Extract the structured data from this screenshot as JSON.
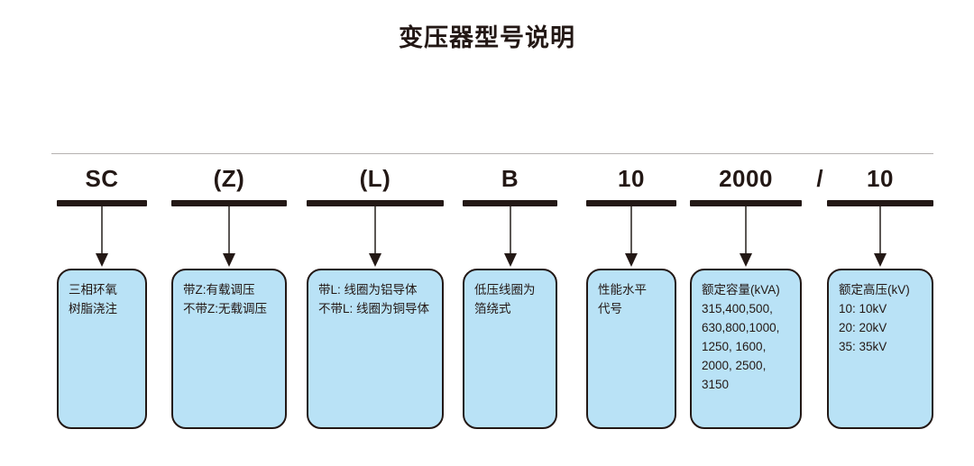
{
  "title": "变压器型号说明",
  "separator": "/",
  "colors": {
    "ink": "#231815",
    "box_fill": "#b9e2f6",
    "box_border": "#231815",
    "rule": "#b5b2b0",
    "stem": "#5b5754"
  },
  "columns": [
    {
      "code": "SC",
      "lines": [
        "三相环氧",
        "树脂浇注"
      ]
    },
    {
      "code": "(Z)",
      "lines": [
        "带Z:有载调压",
        "不带Z:无载调压"
      ]
    },
    {
      "code": "(L)",
      "lines": [
        "带L: 线圈为铝导体",
        "不带L: 线圈为铜导体"
      ]
    },
    {
      "code": "B",
      "lines": [
        "低压线圈为",
        "箔绕式"
      ]
    },
    {
      "code": "10",
      "lines": [
        "性能水平",
        "代号"
      ]
    },
    {
      "code": "2000",
      "lines": [
        "额定容量(kVA)",
        "315,400,500,",
        "630,800,1000,",
        "1250, 1600,",
        "2000, 2500,",
        "3150"
      ]
    },
    {
      "code": "10",
      "lines": [
        "额定高压(kV)",
        "10: 10kV",
        "20: 20kV",
        "35: 35kV"
      ]
    }
  ]
}
